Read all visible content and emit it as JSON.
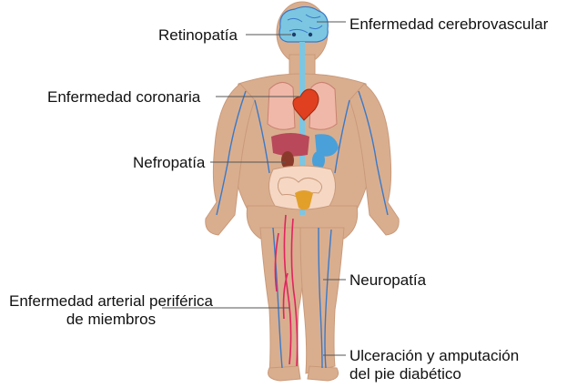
{
  "labels": {
    "retinopatia": "Retinopatía",
    "cerebrovascular": "Enfermedad cerebrovascular",
    "coronaria": "Enfermedad coronaria",
    "nefropatia": "Nefropatía",
    "neuropatia": "Neuropatía",
    "arterial_line1": "Enfermedad arterial periférica",
    "arterial_line2": "de miembros",
    "ulceracion_line1": "Ulceración y amputación",
    "ulceracion_line2": "del pie diabético"
  },
  "colors": {
    "skin": "#d9ae8f",
    "skin_shadow": "#c99a7a",
    "brain": "#7cc6e2",
    "vein": "#3a79c8",
    "artery": "#e0245e",
    "heart": "#e0401f",
    "lungs": "#f0b8a8",
    "liver": "#b8485a",
    "kidney": "#4aa0d8",
    "intestine": "#f5d7c4",
    "bladder": "#e2a02a",
    "leader": "#555555"
  }
}
